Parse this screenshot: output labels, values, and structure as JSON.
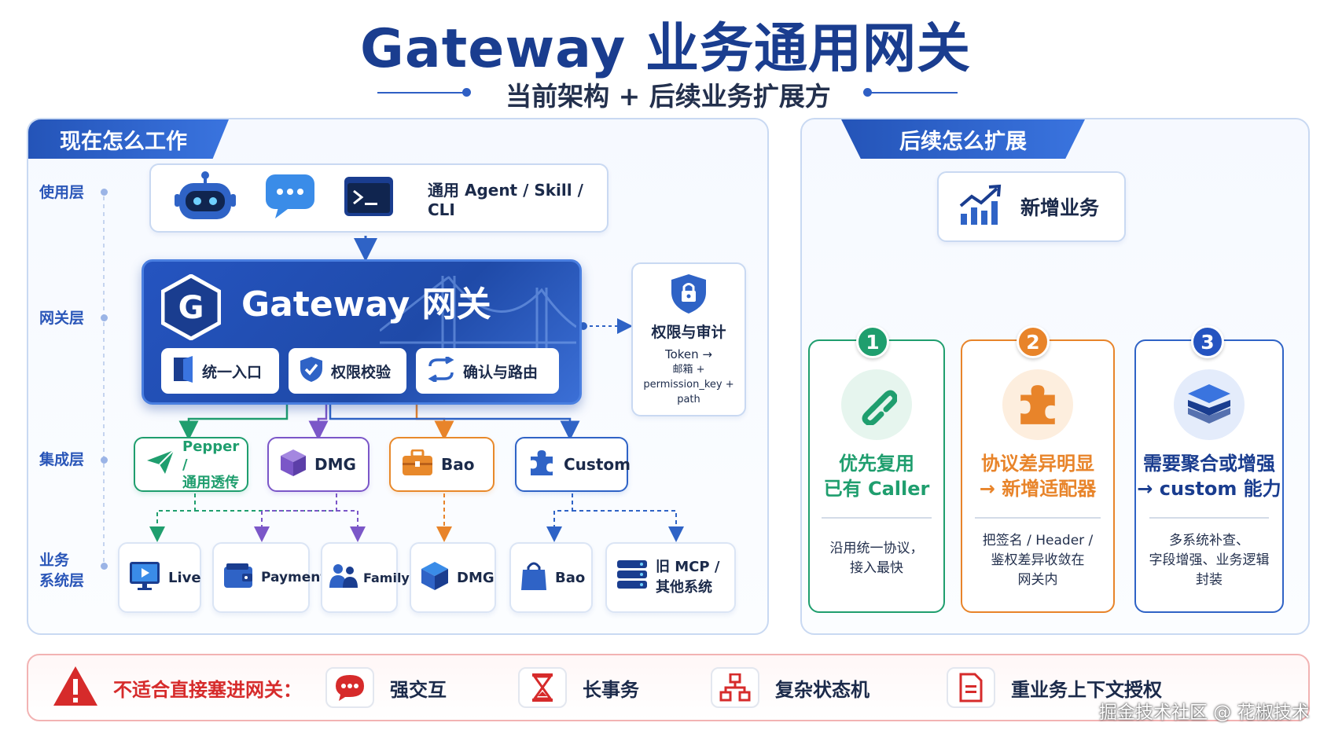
{
  "header": {
    "title": "Gateway 业务通用网关",
    "subtitle": "当前架构 + 后续业务扩展方式"
  },
  "left_panel": {
    "tab": "现在怎么工作",
    "layers": {
      "usage": "使用层",
      "gateway": "网关层",
      "integration": "集成层",
      "business_l1": "业务",
      "business_l2": "系统层"
    },
    "usage_card": {
      "label": "通用 Agent / Skill / CLI",
      "icons": [
        "robot-icon",
        "chat-bubble-icon",
        "terminal-icon"
      ]
    },
    "gateway": {
      "title": "Gateway 网关",
      "buttons": [
        {
          "label": "统一入口",
          "icon": "door-icon"
        },
        {
          "label": "权限校验",
          "icon": "shield-check-icon"
        },
        {
          "label": "确认与路由",
          "icon": "route-arrows-icon"
        }
      ]
    },
    "auth_card": {
      "title": "权限与审计",
      "line1": "Token →",
      "line2": "邮箱 +",
      "line3": "permission_key +",
      "line4": "path"
    },
    "integrations": [
      {
        "line1": "Pepper /",
        "line2": "通用透传",
        "color": "#1f9e6e",
        "icon": "send-icon"
      },
      {
        "label": "DMG",
        "color": "#7b57c8",
        "icon": "cube-icon"
      },
      {
        "label": "Bao",
        "color": "#e8892b",
        "icon": "briefcase-icon"
      },
      {
        "label": "Custom",
        "color": "#2f63c6",
        "icon": "puzzle-icon"
      }
    ],
    "systems": [
      {
        "label": "Live",
        "icon": "monitor-play-icon"
      },
      {
        "label": "Payment",
        "icon": "wallet-icon"
      },
      {
        "label": "Family",
        "icon": "people-icon"
      },
      {
        "label": "DMG",
        "icon": "cube-icon"
      },
      {
        "label": "Bao",
        "icon": "bag-icon"
      },
      {
        "line1": "旧 MCP /",
        "line2": "其他系统",
        "icon": "server-icon"
      }
    ]
  },
  "right_panel": {
    "tab": "后续怎么扩展",
    "new_business": "新增业务",
    "options": [
      {
        "num": "1",
        "color": "#1f9e6e",
        "title1": "优先复用",
        "title2": "已有 Caller",
        "desc1": "沿用统一协议，",
        "desc2": "接入最快",
        "desc3": "",
        "icon": "link-icon"
      },
      {
        "num": "2",
        "color": "#e8842a",
        "title1": "协议差异明显",
        "title2": "→ 新增适配器",
        "desc1": "把签名 / Header /",
        "desc2": "鉴权差异收敛在",
        "desc3": "网关内",
        "icon": "puzzle-icon"
      },
      {
        "num": "3",
        "color": "#2554c0",
        "title1": "需要聚合或增强",
        "title2": "→ custom 能力",
        "desc1": "多系统补查、",
        "desc2": "字段增强、业务逻辑",
        "desc3": "封装",
        "icon": "layers-icon"
      }
    ]
  },
  "bottom_bar": {
    "warning": "不适合直接塞进网关：",
    "items": [
      {
        "label": "强交互",
        "icon": "chat-icon"
      },
      {
        "label": "长事务",
        "icon": "hourglass-icon"
      },
      {
        "label": "复杂状态机",
        "icon": "org-chart-icon"
      },
      {
        "label": "重业务上下文授权",
        "icon": "document-icon"
      }
    ]
  },
  "watermark": "掘金技术社区 @ 花椒技术"
}
